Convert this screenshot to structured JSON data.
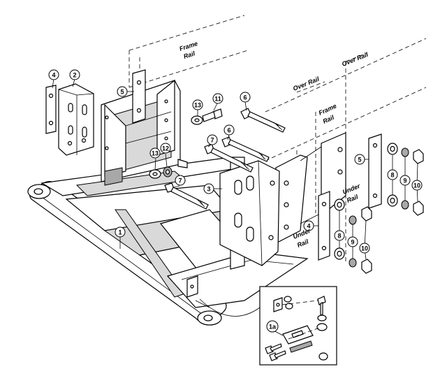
{
  "labels": {
    "frame_rail_top": [
      "Frame",
      "Rail"
    ],
    "frame_rail_right": [
      "Frame",
      "Rail"
    ],
    "over_rail_left": [
      "Over Rail"
    ],
    "over_rail_right": [
      "Over Rail"
    ],
    "under_rail_right": [
      "Under",
      "Rail"
    ],
    "under_rail_left": [
      "Under",
      "Rail"
    ]
  },
  "callouts": {
    "c1": "1",
    "c1a": "1a",
    "c2": "2",
    "c3": "3",
    "c4a": "4",
    "c4b": "4",
    "c5a": "5",
    "c5b": "5",
    "c6a": "6",
    "c6b": "6",
    "c7a": "7",
    "c7b": "7",
    "c8a": "8",
    "c8b": "8",
    "c9a": "9",
    "c9b": "9",
    "c10a": "10",
    "c10b": "10",
    "c11": "11",
    "c12": "12",
    "c13a": "13",
    "c13b": "13"
  }
}
